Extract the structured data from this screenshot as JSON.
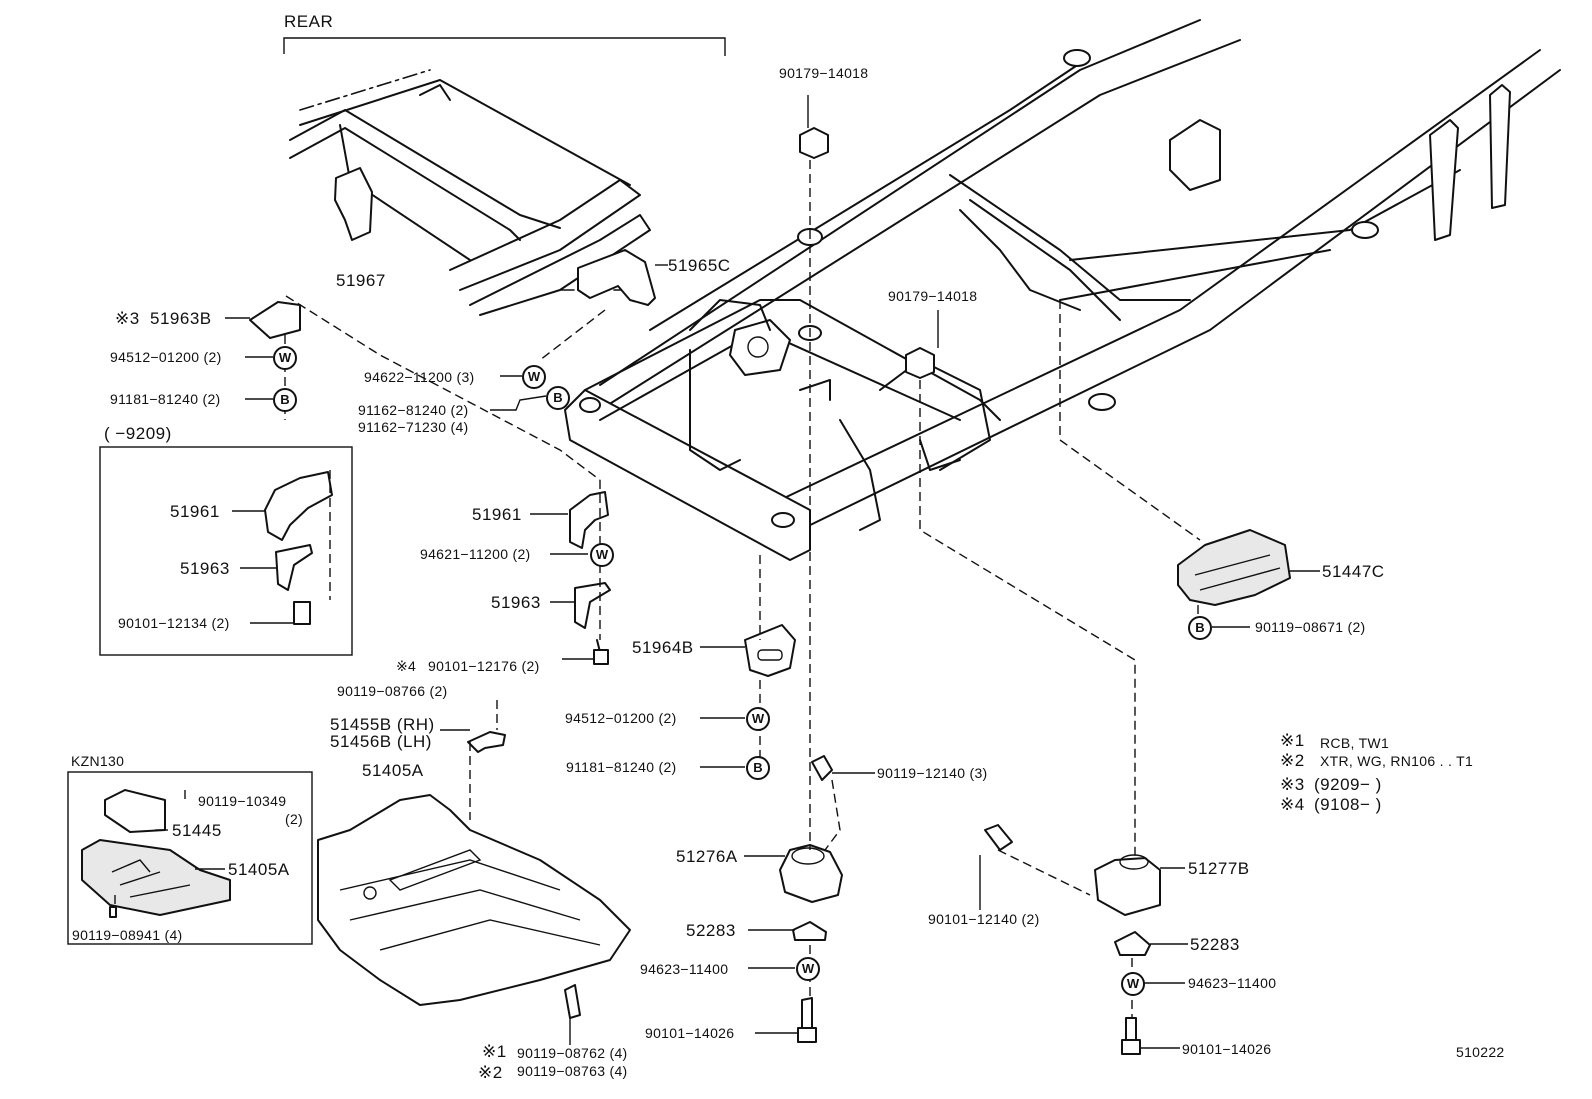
{
  "header": {
    "rear_label": "REAR",
    "diagram_code": "510222"
  },
  "inset_9209": {
    "title": "(     −9209)"
  },
  "inset_kzn": {
    "title": "KZN130"
  },
  "symbols": {
    "washer": "W",
    "bolt": "B",
    "mark1": "※1",
    "mark2": "※2",
    "mark3": "※3",
    "mark4": "※4"
  },
  "labels": {
    "p51967": "51967",
    "p51965c": "51965C",
    "p51963b": "51963B",
    "p94512_a": "94512−01200 (2)",
    "p91181_a": "91181−81240 (2)",
    "p94622": "94622−11200 (3)",
    "p91162_81240": "91162−81240 (2)",
    "p91162_71230": "91162−71230 (4)",
    "p51961_in": "51961",
    "p51963_in": "51963",
    "p90101_12134": "90101−12134 (2)",
    "p51961": "51961",
    "p94621": "94621−11200 (2)",
    "p51963": "51963",
    "p90101_12176": "90101−12176 (2)",
    "p90119_08766": "90119−08766 (2)",
    "p51455b": "51455B (RH)",
    "p51456b": "51456B (LH)",
    "p51405a": "51405A",
    "p90119_10349": "90119−10349",
    "p90119_10349_qty": "(2)",
    "p51445": "51445",
    "p51405a_in": "51405A",
    "p90119_08941": "90119−08941 (4)",
    "p90119_08762": "90119−08762 (4)",
    "p90119_08763": "90119−08763 (4)",
    "p90179_top": "90179−14018",
    "p90179_mid": "90179−14018",
    "p51964b": "51964B",
    "p94512_b": "94512−01200 (2)",
    "p91181_b": "91181−81240 (2)",
    "p90119_12140": "90119−12140 (3)",
    "p51276a": "51276A",
    "p52283_l": "52283",
    "p94623_l": "94623−11400",
    "p90101_14026_l": "90101−14026",
    "p51447c": "51447C",
    "p90119_08671": "90119−08671 (2)",
    "p90101_12140": "90101−12140 (2)",
    "p51277b": "51277B",
    "p52283_r": "52283",
    "p94623_r": "94623−11400",
    "p90101_14026_r": "90101−14026"
  },
  "legend": {
    "n1": "RCB, TW1",
    "n2": "XTR, WG, RN106 . . T1",
    "n3": "(9209−          )",
    "n4": "(9108−          )"
  }
}
